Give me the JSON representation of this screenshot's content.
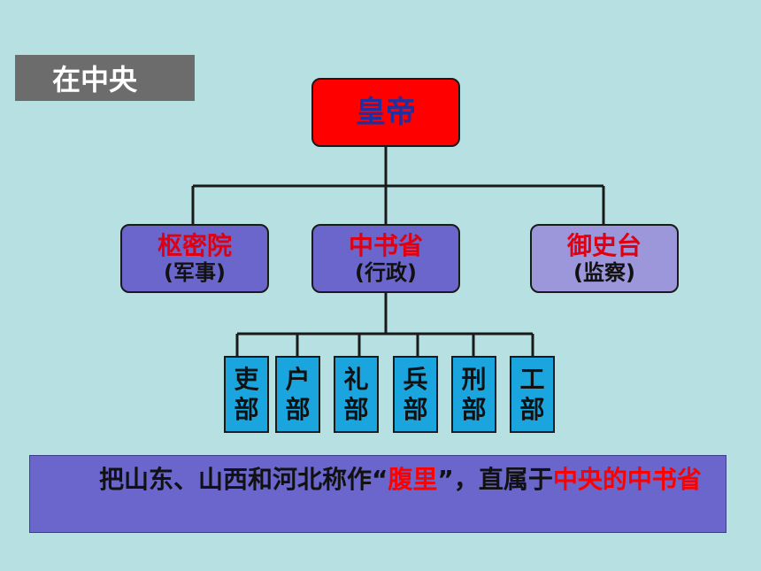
{
  "tag": "在中央",
  "emperor": "皇帝",
  "orgs": [
    {
      "name": "枢密院",
      "role": "(军事)"
    },
    {
      "name": "中书省",
      "role": "(行政)"
    },
    {
      "name": "御史台",
      "role": "(监察)"
    }
  ],
  "depts": [
    {
      "top": "吏",
      "bottom": "部"
    },
    {
      "top": "户",
      "bottom": "部"
    },
    {
      "top": "礼",
      "bottom": "部"
    },
    {
      "top": "兵",
      "bottom": "部"
    },
    {
      "top": "刑",
      "bottom": "部"
    },
    {
      "top": "工",
      "bottom": "部"
    }
  ],
  "note": {
    "part1": "把山东、山西和河北称作“",
    "highlight1": "腹里",
    "part2": "”，直属于",
    "highlight2": "中央的中书省"
  },
  "colors": {
    "background": "#b7e0e2",
    "emperor_box": "#ff0000",
    "org_box": "#6a66cc",
    "censorate_box": "#9c96da",
    "dept_box": "#1aa5df",
    "highlight_text": "#ff0000"
  }
}
